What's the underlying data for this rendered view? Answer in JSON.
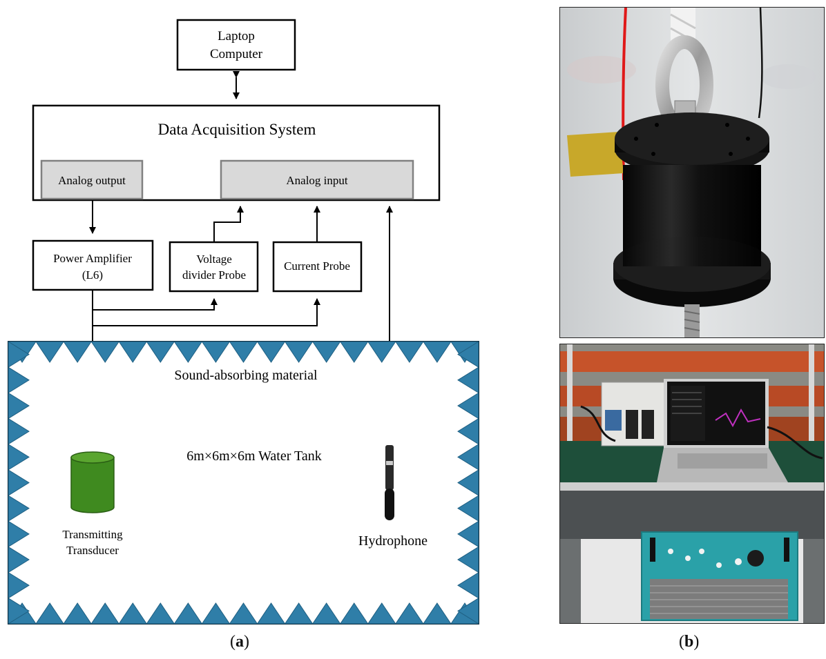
{
  "panel_a": {
    "laptop": [
      "Laptop",
      "Computer"
    ],
    "daq_title": "Data Acquisition System",
    "analog_output": "Analog output",
    "analog_input": "Analog input",
    "power_amplifier": [
      "Power Amplifier",
      "(L6)"
    ],
    "voltage_probe": [
      "Voltage",
      "divider Probe"
    ],
    "current_probe": "Current Probe",
    "sound_absorbing": "Sound-absorbing material",
    "water_tank": "6m×6m×6m Water Tank",
    "transducer": [
      "Transmitting",
      "Transducer"
    ],
    "hydrophone": "Hydrophone"
  },
  "captions": {
    "a_letter": "a",
    "b_letter": "b"
  },
  "colors": {
    "cone_blue": "#2f7ea8",
    "cone_dark": "#1f5f82",
    "transducer_green": "#3f8a1f",
    "box_gray": "#d9d9d9"
  }
}
